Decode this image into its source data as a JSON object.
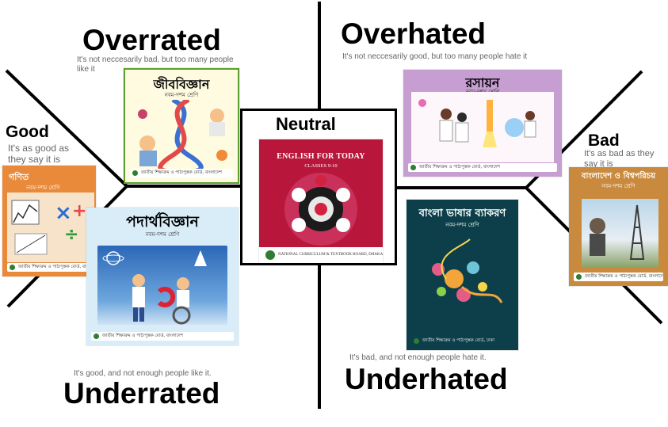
{
  "tiers": {
    "overrated": {
      "title": "Overrated",
      "description": "It's not neccesarily bad, but too many people like it"
    },
    "overhated": {
      "title": "Overhated",
      "description": "It's not neccesarily good, but too many people hate it"
    },
    "good": {
      "title": "Good",
      "description": "It's as good as they say it is"
    },
    "bad": {
      "title": "Bad",
      "description": "It's as bad as they say it is"
    },
    "neutral": {
      "title": "Neutral"
    },
    "underrated": {
      "title": "Underrated",
      "description": "It's good, and not enough people like it."
    },
    "underhated": {
      "title": "Underhated",
      "description": "It's bad, and not enough people hate it."
    }
  },
  "books": {
    "biology": {
      "title": "জীববিজ্ঞান",
      "subtitle": "নবম-দশম শ্রেণি",
      "tier": "overrated"
    },
    "chemistry": {
      "title": "রসায়ন",
      "subtitle": "নবম-দশম শ্রেণি",
      "tier": "overhated"
    },
    "math": {
      "title": "গণিত",
      "subtitle": "নবম-দশম শ্রেণি",
      "tier": "good"
    },
    "physics": {
      "title": "পদার্থবিজ্ঞান",
      "subtitle": "নবম-দশম শ্রেণি",
      "tier": "underrated"
    },
    "english": {
      "title": "ENGLISH FOR TODAY",
      "subtitle": "CLASSES 9-10",
      "footer": "NATIONAL CURRICULUM & TEXTBOOK BOARD, DHAKA",
      "tier": "neutral"
    },
    "grammar": {
      "title": "বাংলা ভাষার ব্যাকরণ",
      "subtitle": "নবম-দশম শ্রেণি",
      "tier": "underhated"
    },
    "bangladesh_global": {
      "title": "বাংলাদেশ ও বিশ্বপরিচয়",
      "subtitle": "নবম-দশম শ্রেণি",
      "tier": "bad"
    }
  },
  "publisher": "জাতীয় শিক্ষাক্রম ও পাঠ্যপুস্তক বোর্ড, বাংলাদেশ",
  "publisher_dhaka": "জাতীয় শিক্ষাক্রম ও পাঠ্যপুস্তক বোর্ড, ঢাকা"
}
